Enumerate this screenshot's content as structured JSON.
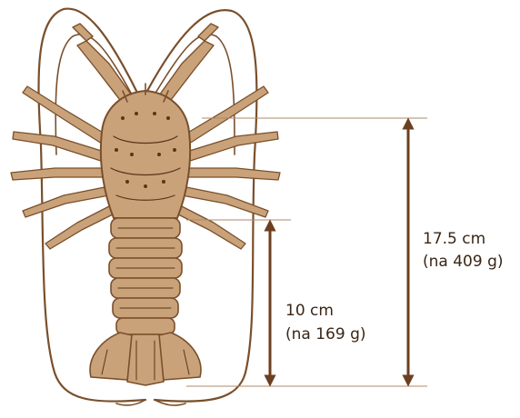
{
  "subject": {
    "icon": "spiny-lobster-illustration",
    "colors": {
      "fill": "#c9a27a",
      "outline": "#7a4f2b",
      "dark": "#5a3518"
    }
  },
  "measurements": [
    {
      "id": "full-length",
      "value_cm": 17.5,
      "label_line1": "17.5 cm",
      "label_line2": "(na 409 g)"
    },
    {
      "id": "tail-length",
      "value_cm": 10,
      "label_line1": "10 cm",
      "label_line2": "(na 169 g)"
    }
  ],
  "colors": {
    "arrow": "#6b3f1f",
    "guide_line": "#b08a67",
    "text": "#3a2616"
  }
}
